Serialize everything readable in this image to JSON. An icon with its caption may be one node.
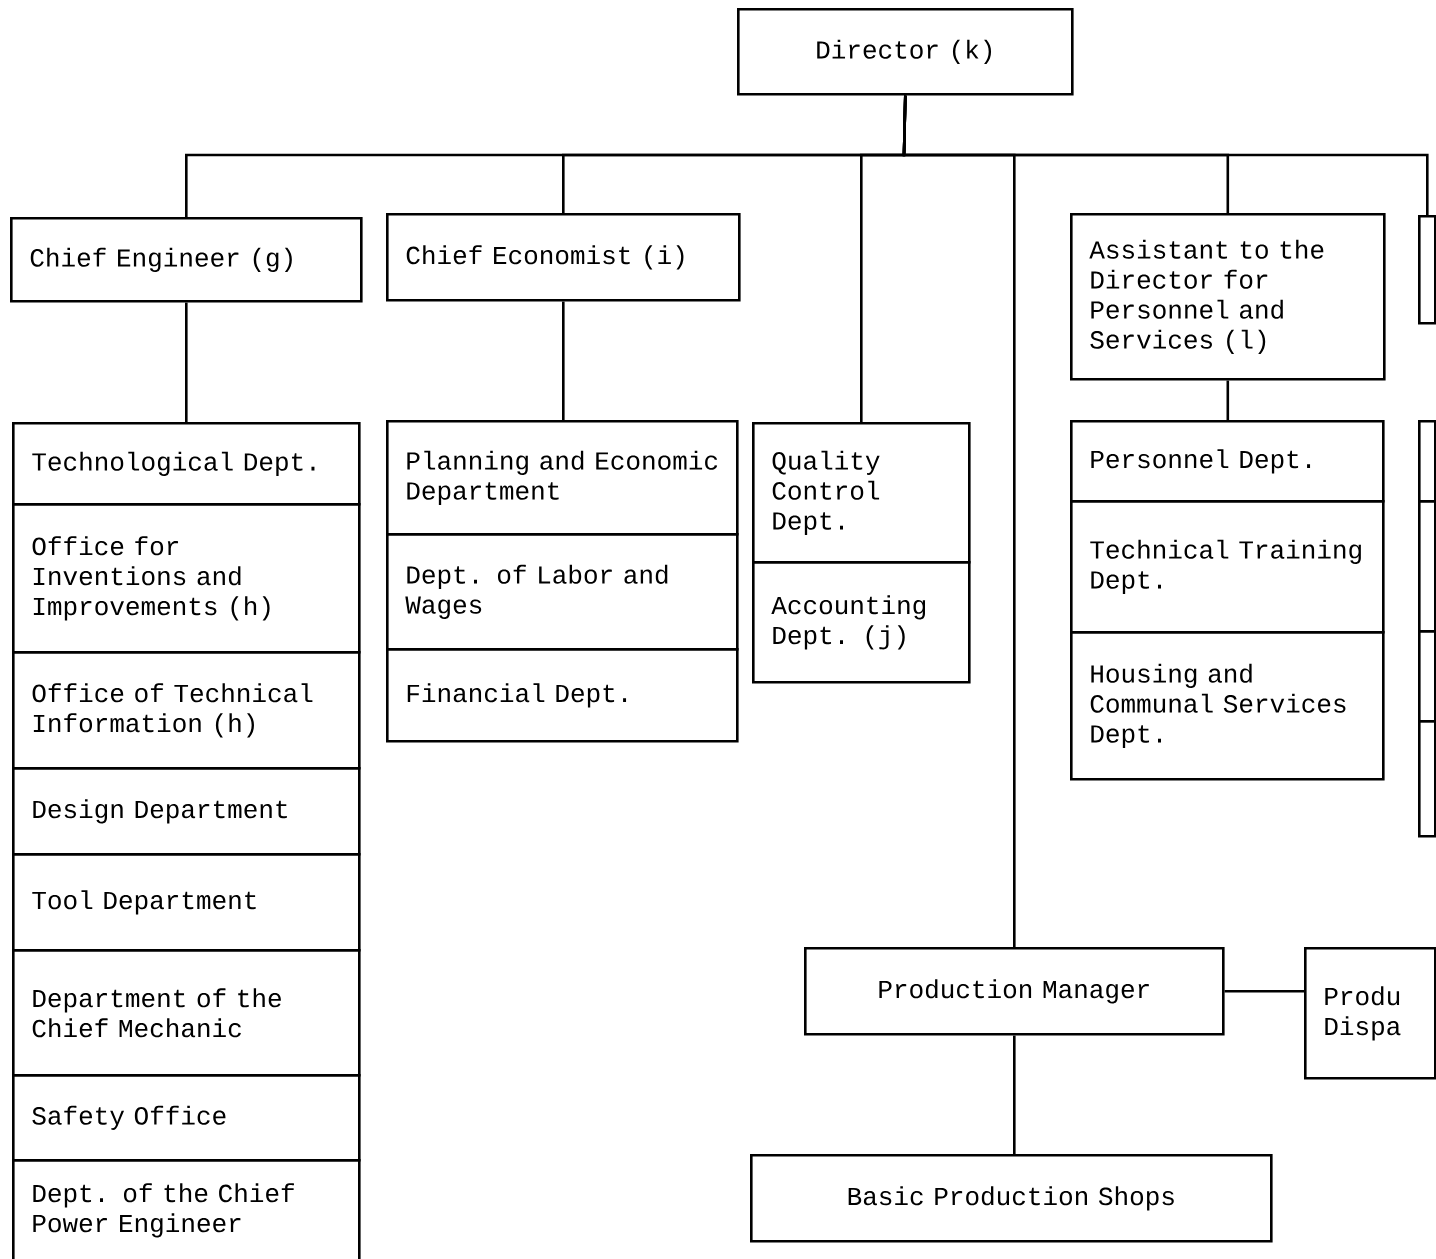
{
  "diagram": {
    "nodes": [
      {
        "text": [
          "Director (k)"
        ]
      },
      {
        "text": [
          "Chief Engineer (g)"
        ]
      },
      {
        "text": [
          "Chief Economist (i)"
        ]
      },
      {
        "text": [
          "Assistant to the Director for Personnel and Services (l)"
        ]
      },
      {
        "text": [],
        "shape": "box"
      },
      {
        "text": [
          "Technological Dept."
        ]
      },
      {
        "text": [
          "Office for Inventions and Improvements (h)"
        ]
      },
      {
        "text": [
          "Office of Technical Information (h)"
        ]
      },
      {
        "text": [
          "Design Department"
        ]
      },
      {
        "text": [
          "Tool Department"
        ]
      },
      {
        "text": [
          "Department of the Chief Mechanic"
        ]
      },
      {
        "text": [
          "Safety Office"
        ]
      },
      {
        "text": [
          "Dept. of the Chief Power Engineer"
        ]
      },
      {
        "text": [
          "Planning and Economic Department"
        ]
      },
      {
        "text": [
          "Dept. of Labor and Wages"
        ]
      },
      {
        "text": [
          "Financial Dept."
        ]
      },
      {
        "text": [
          "Quality Control Dept."
        ]
      },
      {
        "text": [
          "Accounting Dept. (j)"
        ]
      },
      {
        "text": [
          "Personnel Dept."
        ]
      },
      {
        "text": [
          "Technical Training Dept."
        ]
      },
      {
        "text": [
          "Housing and Communal Services Dept."
        ]
      },
      {
        "text": [],
        "shape": "box"
      },
      {
        "text": [],
        "shape": "box"
      },
      {
        "text": [],
        "shape": "box"
      },
      {
        "text": [],
        "shape": "box"
      },
      {
        "text": [
          "Production Manager"
        ]
      },
      {
        "text": [
          "Produ Dispa"
        ]
      },
      {
        "text": [
          "Basic Production Shops"
        ]
      }
    ],
    "edges": [
      {
        "from": 0,
        "to": 1,
        "arrow": "none"
      },
      {
        "from": 0,
        "to": 2,
        "arrow": "none"
      },
      {
        "from": 0,
        "to": 16,
        "arrow": "none"
      },
      {
        "from": 0,
        "to": 25,
        "arrow": "none"
      },
      {
        "from": 0,
        "to": 3,
        "arrow": "none"
      },
      {
        "from": 0,
        "to": 4,
        "arrow": "none"
      },
      {
        "from": 1,
        "to": 5,
        "arrow": "none"
      },
      {
        "from": 2,
        "to": 13,
        "arrow": "none"
      },
      {
        "from": 3,
        "to": 18,
        "arrow": "none"
      },
      {
        "from": 25,
        "to": 27,
        "arrow": "none"
      },
      {
        "from": 25,
        "to": 26,
        "arrow": "none"
      }
    ]
  }
}
